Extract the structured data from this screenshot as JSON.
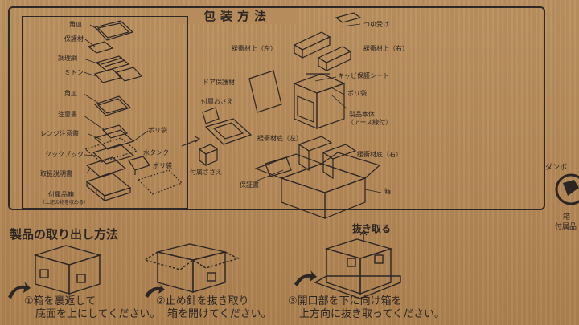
{
  "panel": {
    "title": "包装方法",
    "left_labels": {
      "tray_top": "角皿",
      "protective": "保護材",
      "grill": "調理網",
      "mitten": "ミトン",
      "tray_bottom": "角皿",
      "caution": "注意書",
      "range_caution": "レンジ注意書",
      "poly_bag": "ポリ袋",
      "cookbook": "クックブック",
      "water_tank": "水タンク",
      "manual": "取扱説明書",
      "poly_bag2": "ポリ袋",
      "accessory_box": "付属品箱",
      "accessory_box_note": "（上記の物を収める）"
    },
    "right_labels": {
      "drip_receiver": "つゆ受け",
      "cushion_top_left": "緩衝材上（左）",
      "cushion_top_right": "緩衝材上（右）",
      "door_protective": "ドア保護材",
      "cabinet_sheet": "キャビ保護シート",
      "accessory_holder": "付属おさえ",
      "poly_bag": "ポリ袋",
      "main_unit": "製品本体",
      "main_unit_note": "（アース線付）",
      "cushion_bottom_left": "緩衝材底（左）",
      "accessory_support": "付属ささえ",
      "cushion_bottom_right": "緩衝材底（右）",
      "warranty": "保証書",
      "box": "箱"
    }
  },
  "unpacking": {
    "title": "製品の取り出し方法",
    "pull_label": "抜き取る",
    "steps": [
      {
        "line1": "①箱を裏返して",
        "line2": "底面を上にしてください。"
      },
      {
        "line1": "②止め針を抜き取り",
        "line2": "箱を開けてください。"
      },
      {
        "line1": "③開口部を下に向け箱を",
        "line2": "上方向に抜き取ってください。"
      }
    ]
  },
  "recycle": {
    "line1": "ダンボ",
    "line2": "箱",
    "line3": "付属品"
  }
}
